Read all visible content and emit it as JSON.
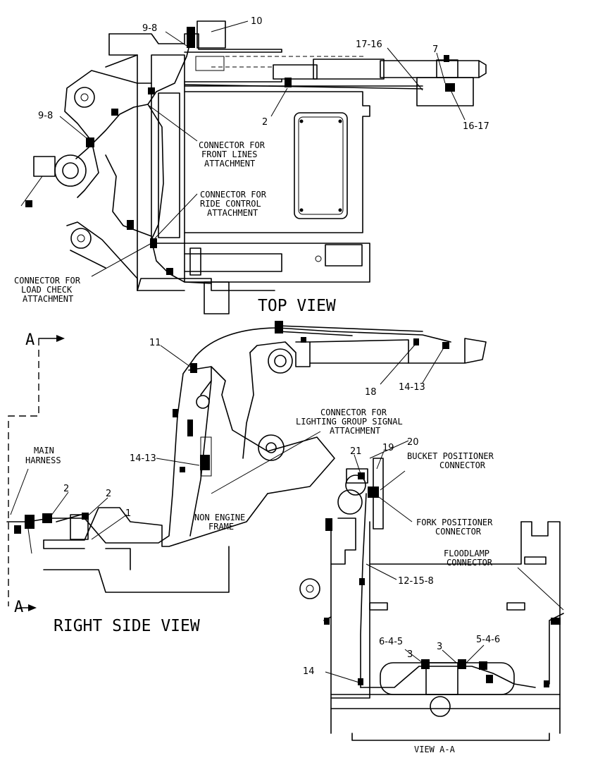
{
  "views": {
    "top": "TOP VIEW",
    "right_side": "RIGHT SIDE VIEW",
    "view_aa": "VIEW A-A",
    "section_mark": "A"
  },
  "callouts": {
    "c9_8_top": "9-8",
    "c10": "10",
    "c17_16": "17-16",
    "c7": "7",
    "c16_17": "16-17",
    "c2_top": "2",
    "c9_8_left": "9-8",
    "c11": "11",
    "c18": "18",
    "c14_13_top": "14-13",
    "c14_13_mid": "14-13",
    "c2_a": "2",
    "c2_b": "2",
    "c1": "1",
    "c21": "21",
    "c19": "19",
    "c20": "20",
    "c12_15_8": "12-15-8",
    "c6_4_5": "6-4-5",
    "c3_a": "3",
    "c3_b": "3",
    "c5_4_6": "5-4-6",
    "c14_bottom": "14"
  },
  "notes": {
    "front_lines": [
      "CONNECTOR FOR",
      "FRONT LINES",
      "ATTACHMENT"
    ],
    "ride_control": [
      "CONNECTOR FOR",
      "RIDE CONTROL",
      "ATTACHMENT"
    ],
    "load_check": [
      "CONNECTOR FOR",
      "LOAD CHECK",
      "ATTACHMENT"
    ],
    "lighting_group": [
      "CONNECTOR FOR",
      "LIGHTING GROUP SIGNAL",
      "ATTACHMENT"
    ],
    "main_harness": [
      "MAIN",
      "HARNESS"
    ],
    "non_engine_frame": [
      "NON ENGINE",
      "FRAME"
    ],
    "bucket_positioner": [
      "BUCKET POSITIONER",
      "CONNECTOR"
    ],
    "fork_positioner": [
      "FORK POSITIONER",
      "CONNECTOR"
    ],
    "floodlamp": [
      "FLOODLAMP",
      "CONNECTOR"
    ]
  }
}
